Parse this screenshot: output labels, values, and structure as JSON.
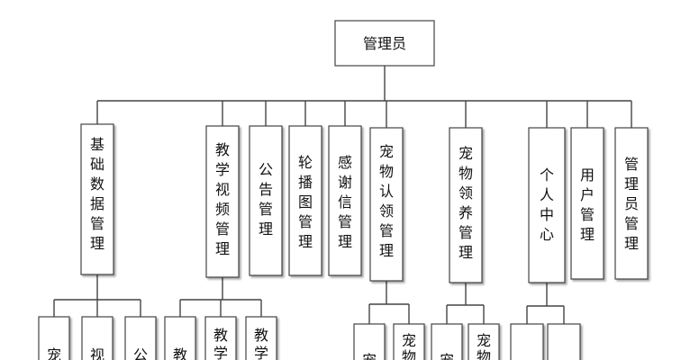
{
  "root": "管理员",
  "level1": [
    "基础数据管理",
    "教学视频管理",
    "公告管理",
    "轮播图管理",
    "感谢信管理",
    "宠物认领管理",
    "宠物领养管理",
    "个人中心",
    "用户管理",
    "管理员管理"
  ],
  "level2_groups": [
    {
      "parent": "基础数据管理",
      "visible_text": [
        "宠",
        "视",
        "公"
      ]
    },
    {
      "parent": "教学视频管理",
      "visible_text": [
        "教",
        "教学",
        "教学"
      ]
    },
    {
      "parent": "宠物认领管理",
      "visible_text": [
        "宠",
        "宠物"
      ]
    },
    {
      "parent": "宠物领养管理",
      "visible_text": [
        "宠",
        "宠物"
      ]
    },
    {
      "parent": "个人中心",
      "visible_text": [
        "",
        ""
      ]
    }
  ]
}
